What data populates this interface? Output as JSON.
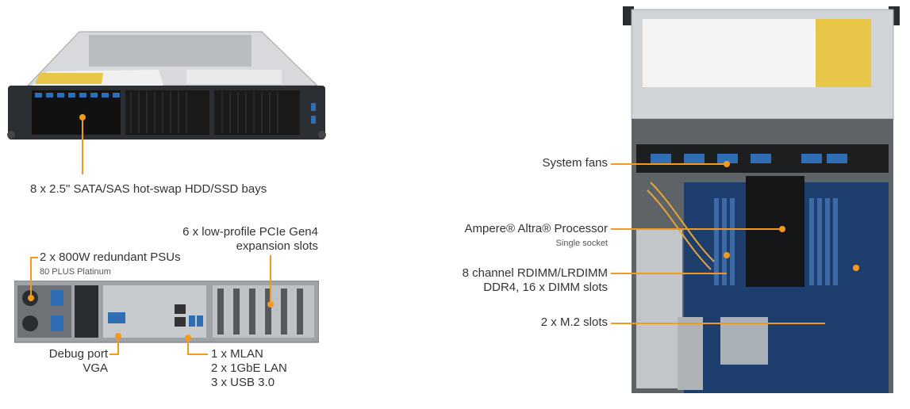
{
  "callouts": {
    "drive_bays": "8 x 2.5\" SATA/SAS hot-swap HDD/SSD bays",
    "pcie_line1": "6 x low-profile PCIe Gen4",
    "pcie_line2": "expansion slots",
    "psu_line1": "2 x 800W redundant PSUs",
    "psu_line2": "80 PLUS Platinum",
    "debug": "Debug port",
    "vga": "VGA",
    "mlan": "1 x MLAN",
    "lan": "2 x 1GbE LAN",
    "usb": "3 x USB 3.0",
    "fans": "System fans",
    "processor": "Ampere® Altra® Processor",
    "processor_sub": "Single socket",
    "memory_line1": "8 channel RDIMM/LRDIMM",
    "memory_line2": "DDR4, 16 x DIMM slots",
    "m2": "2 x M.2 slots"
  },
  "colors": {
    "accent": "#f39a1e",
    "text": "#333333",
    "chassis": "#b9bcc0",
    "board": "#1e3f6e"
  }
}
